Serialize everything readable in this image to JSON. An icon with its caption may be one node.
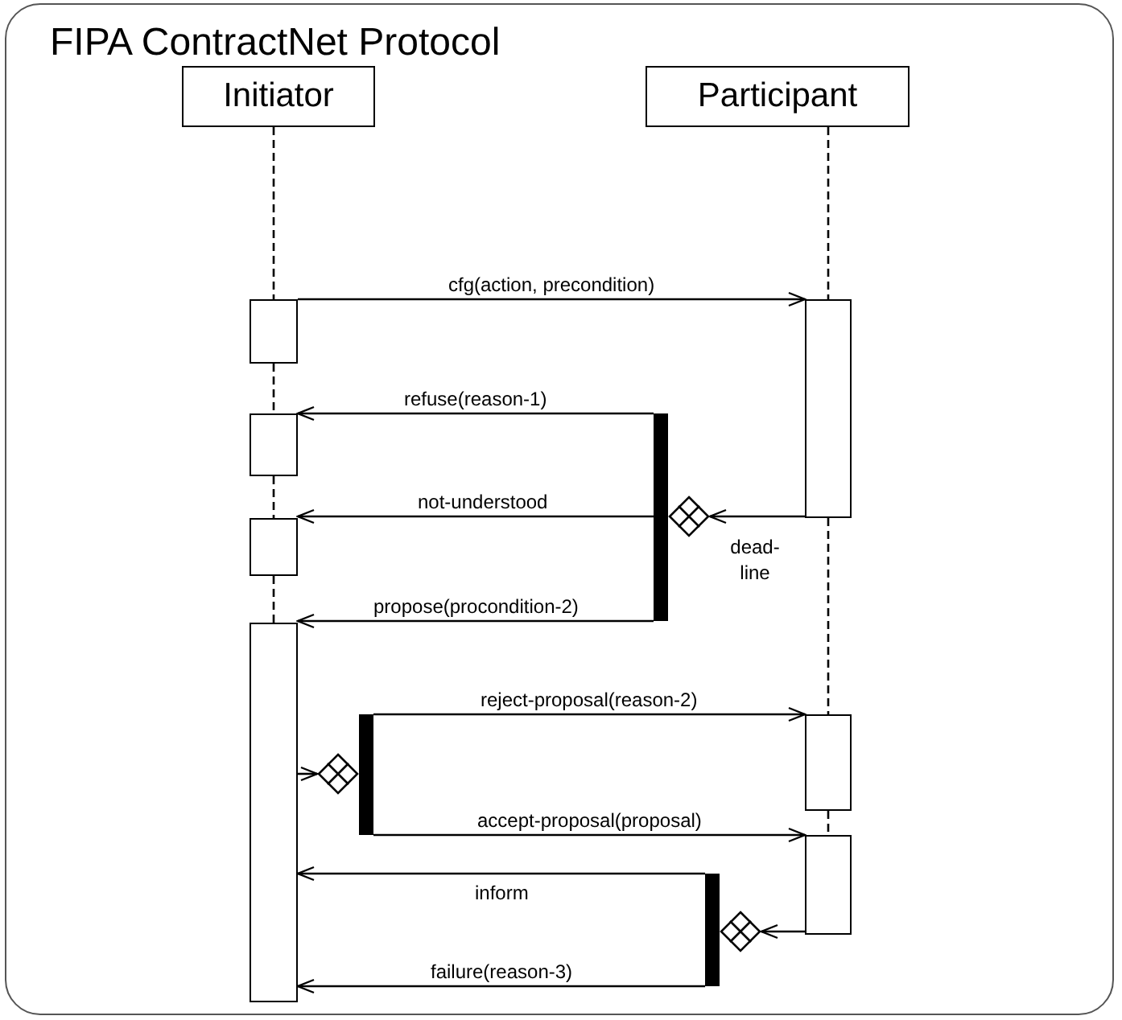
{
  "diagram": {
    "nodes": [
      {
        "text": [
          "FIPA ContractNet Protocol"
        ]
      },
      {
        "text": [
          "Initiator"
        ],
        "in": 0
      },
      {
        "text": [
          "Participant"
        ],
        "in": 0
      },
      {
        "text": [],
        "shape": "box",
        "in": 0
      },
      {
        "text": [],
        "shape": "box",
        "in": 0
      },
      {
        "text": [],
        "shape": "box",
        "in": 0
      },
      {
        "text": [],
        "shape": "box",
        "in": 0
      },
      {
        "text": [],
        "shape": "box",
        "in": 0
      },
      {
        "text": [],
        "shape": "box",
        "in": 0
      },
      {
        "text": [],
        "shape": "box",
        "in": 0
      },
      {
        "text": [],
        "shape": "bar",
        "in": 0
      },
      {
        "text": [],
        "shape": "bar",
        "in": 0
      },
      {
        "text": [],
        "shape": "bar",
        "in": 0
      },
      {
        "text": [],
        "shape": "diamond",
        "beside": [
          "dead-line"
        ],
        "in": 0
      },
      {
        "text": [],
        "shape": "diamond",
        "in": 0
      },
      {
        "text": [],
        "shape": "diamond",
        "in": 0
      }
    ],
    "edges": [
      {
        "from": 1,
        "to": 3,
        "arrow": "none",
        "style": "dashed"
      },
      {
        "from": 3,
        "to": 4,
        "arrow": "none",
        "style": "dashed"
      },
      {
        "from": 4,
        "to": 5,
        "arrow": "none",
        "style": "dashed"
      },
      {
        "from": 5,
        "to": 6,
        "arrow": "none",
        "style": "dashed"
      },
      {
        "from": 2,
        "to": 7,
        "arrow": "none",
        "style": "dashed"
      },
      {
        "from": 7,
        "to": 8,
        "arrow": "none",
        "style": "dashed"
      },
      {
        "from": 8,
        "to": 9,
        "arrow": "none",
        "style": "dashed"
      },
      {
        "from": 3,
        "to": 7,
        "arrow": "to",
        "label": "cfg(action, precondition)"
      },
      {
        "from": 10,
        "to": 4,
        "arrow": "to",
        "label": "refuse(reason-1)"
      },
      {
        "from": 7,
        "to": 13,
        "arrow": "to"
      },
      {
        "from": 13,
        "to": 5,
        "arrow": "to",
        "label": "not-understood"
      },
      {
        "from": 10,
        "to": 6,
        "arrow": "to",
        "label": "propose(procondition-2)"
      },
      {
        "from": 6,
        "to": 14,
        "arrow": "to"
      },
      {
        "from": 11,
        "to": 8,
        "arrow": "to",
        "label": "reject-proposal(reason-2)"
      },
      {
        "from": 11,
        "to": 9,
        "arrow": "to",
        "label": "accept-proposal(proposal)"
      },
      {
        "from": 9,
        "to": 15,
        "arrow": "to"
      },
      {
        "from": 12,
        "to": 6,
        "arrow": "to",
        "label": "inform"
      },
      {
        "from": 12,
        "to": 6,
        "arrow": "to",
        "label": "failure(reason-3)"
      }
    ]
  }
}
